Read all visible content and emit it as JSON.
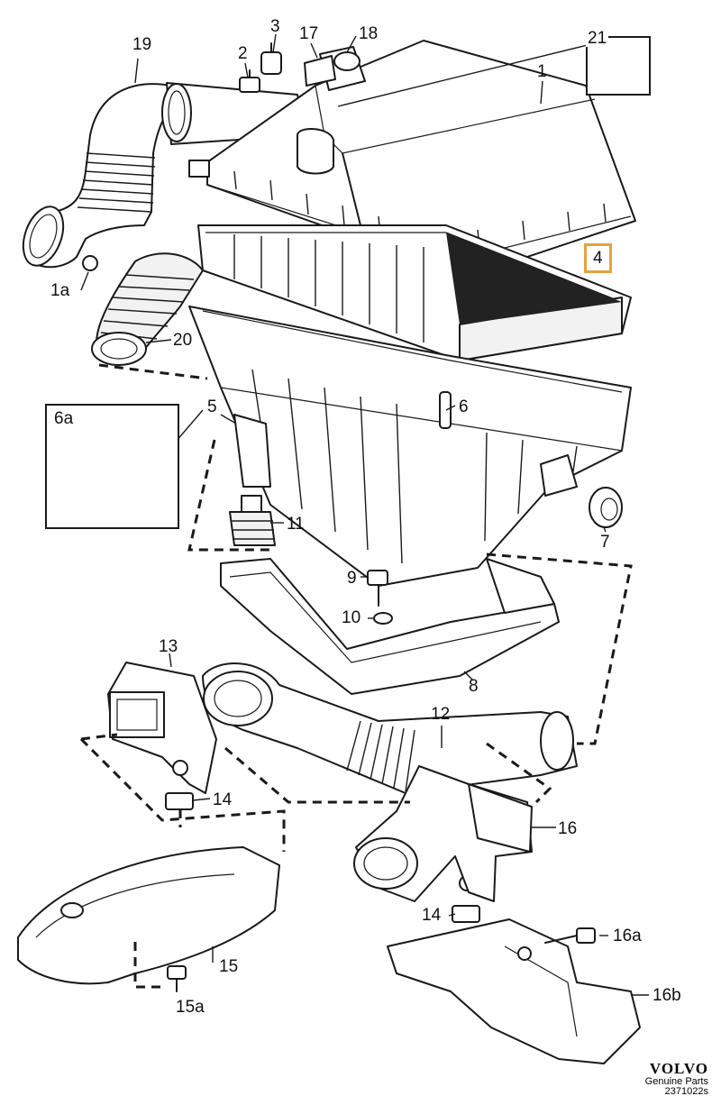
{
  "callouts": {
    "c1": "1",
    "c1a": "1a",
    "c2": "2",
    "c3": "3",
    "c4": "4",
    "c5": "5",
    "c6": "6",
    "c6a": "6a",
    "c7": "7",
    "c8": "8",
    "c9": "9",
    "c10": "10",
    "c11": "11",
    "c12": "12",
    "c13": "13",
    "c14a": "14",
    "c14b": "14",
    "c15": "15",
    "c15a": "15a",
    "c16": "16",
    "c16a": "16a",
    "c16b": "16b",
    "c17": "17",
    "c18": "18",
    "c19": "19",
    "c20": "20",
    "c21": "21"
  },
  "highlight": {
    "callout": "4",
    "color": "#e8a03c"
  },
  "brand": {
    "logo": "VOLVO",
    "subtitle": "Genuine Parts",
    "code": "2371022s"
  }
}
